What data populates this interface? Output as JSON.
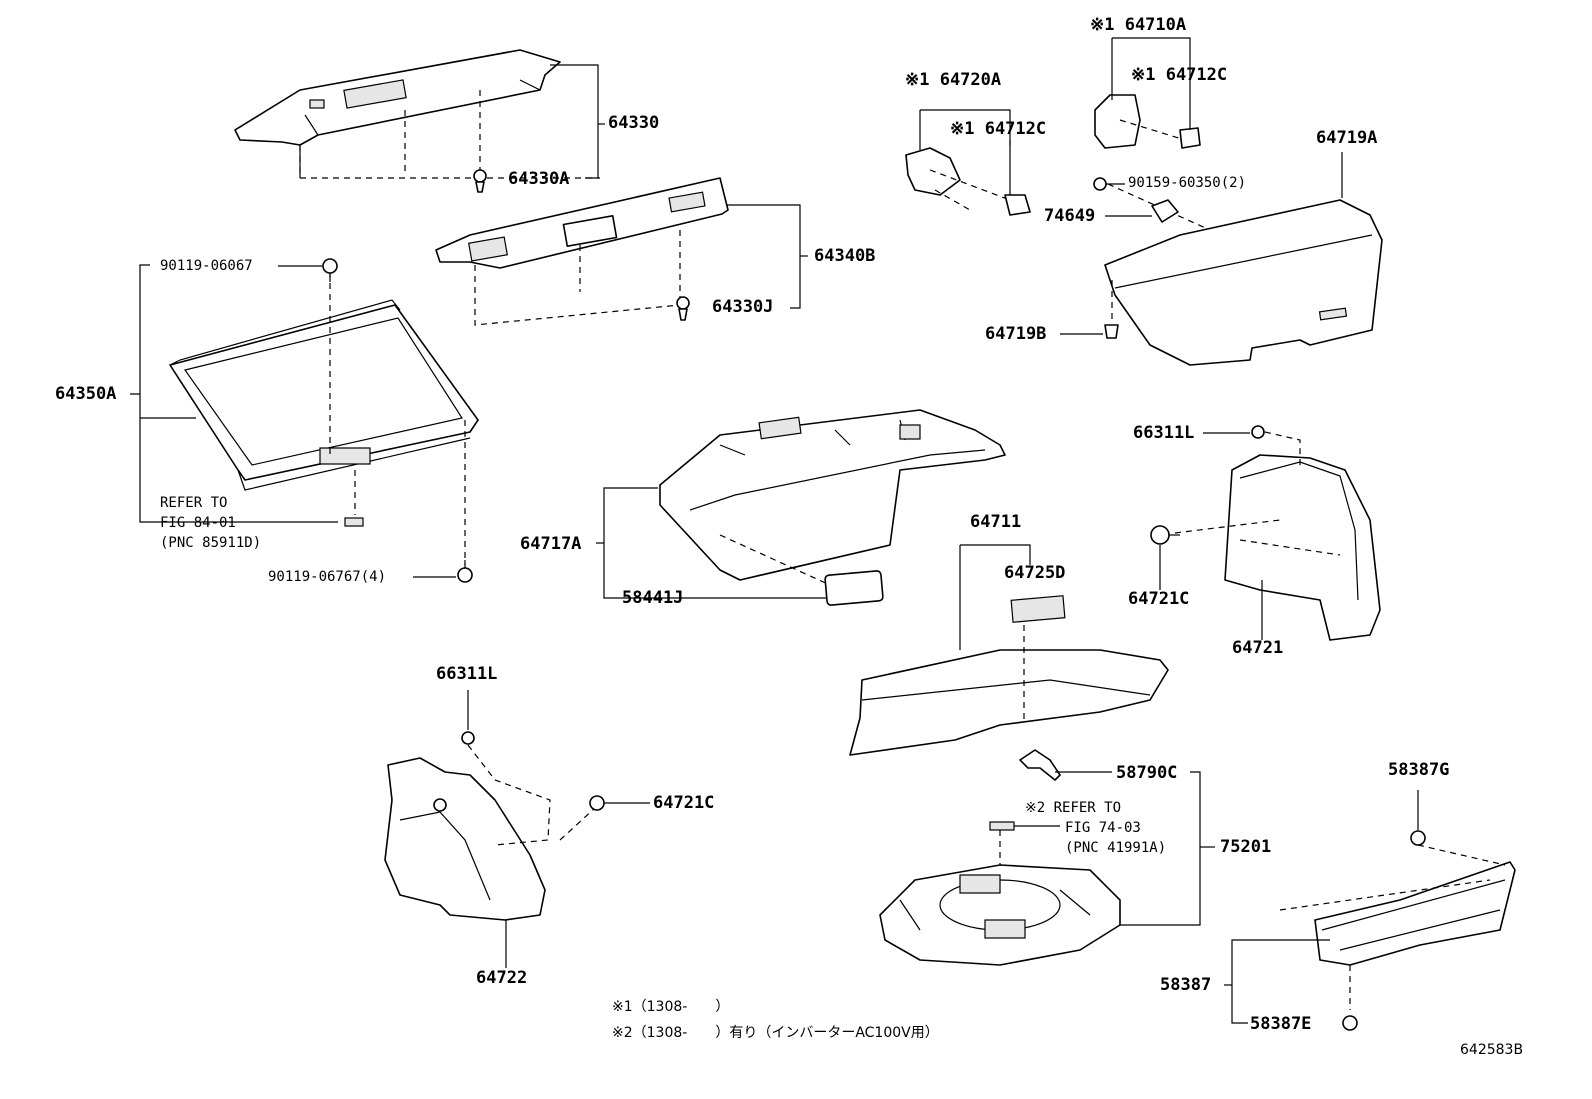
{
  "diagram": {
    "figure_number": "642583B",
    "parts": {
      "p64330": "64330",
      "p64330A": "64330A",
      "p64340B": "64340B",
      "p64330J": "64330J",
      "p90119_06067": "90119-06067",
      "p64350A": "64350A",
      "refer_to_1": "REFER TO",
      "fig_84_01": "FIG 84-01",
      "pnc_85911D": "(PNC 85911D)",
      "p90119_06767": "90119-06767(4)",
      "p64717A": "64717A",
      "p58441J": "58441J",
      "p64720A": "※1 64720A",
      "p64712C_a": "※1 64712C",
      "p64710A": "※1 64710A",
      "p64712C_b": "※1 64712C",
      "p90159_60350": "90159-60350(2)",
      "p74649": "74649",
      "p64719A": "64719A",
      "p64719B": "64719B",
      "p66311L_r": "66311L",
      "p64721C_r": "64721C",
      "p64721": "64721",
      "p64711": "64711",
      "p64725D": "64725D",
      "p66311L_l": "66311L",
      "p64721C_l": "64721C",
      "p64722": "64722",
      "p58790C": "58790C",
      "refer_to_2": "※2 REFER TO",
      "fig_74_03": "FIG 74-03",
      "pnc_41991A": "(PNC 41991A)",
      "p75201": "75201",
      "p58387G": "58387G",
      "p58387": "58387",
      "p58387E": "58387E"
    },
    "notes": {
      "note1": "※1（1308-　　）",
      "note2": "※2（1308-　　）有り（インバーターAC100V用）"
    }
  }
}
